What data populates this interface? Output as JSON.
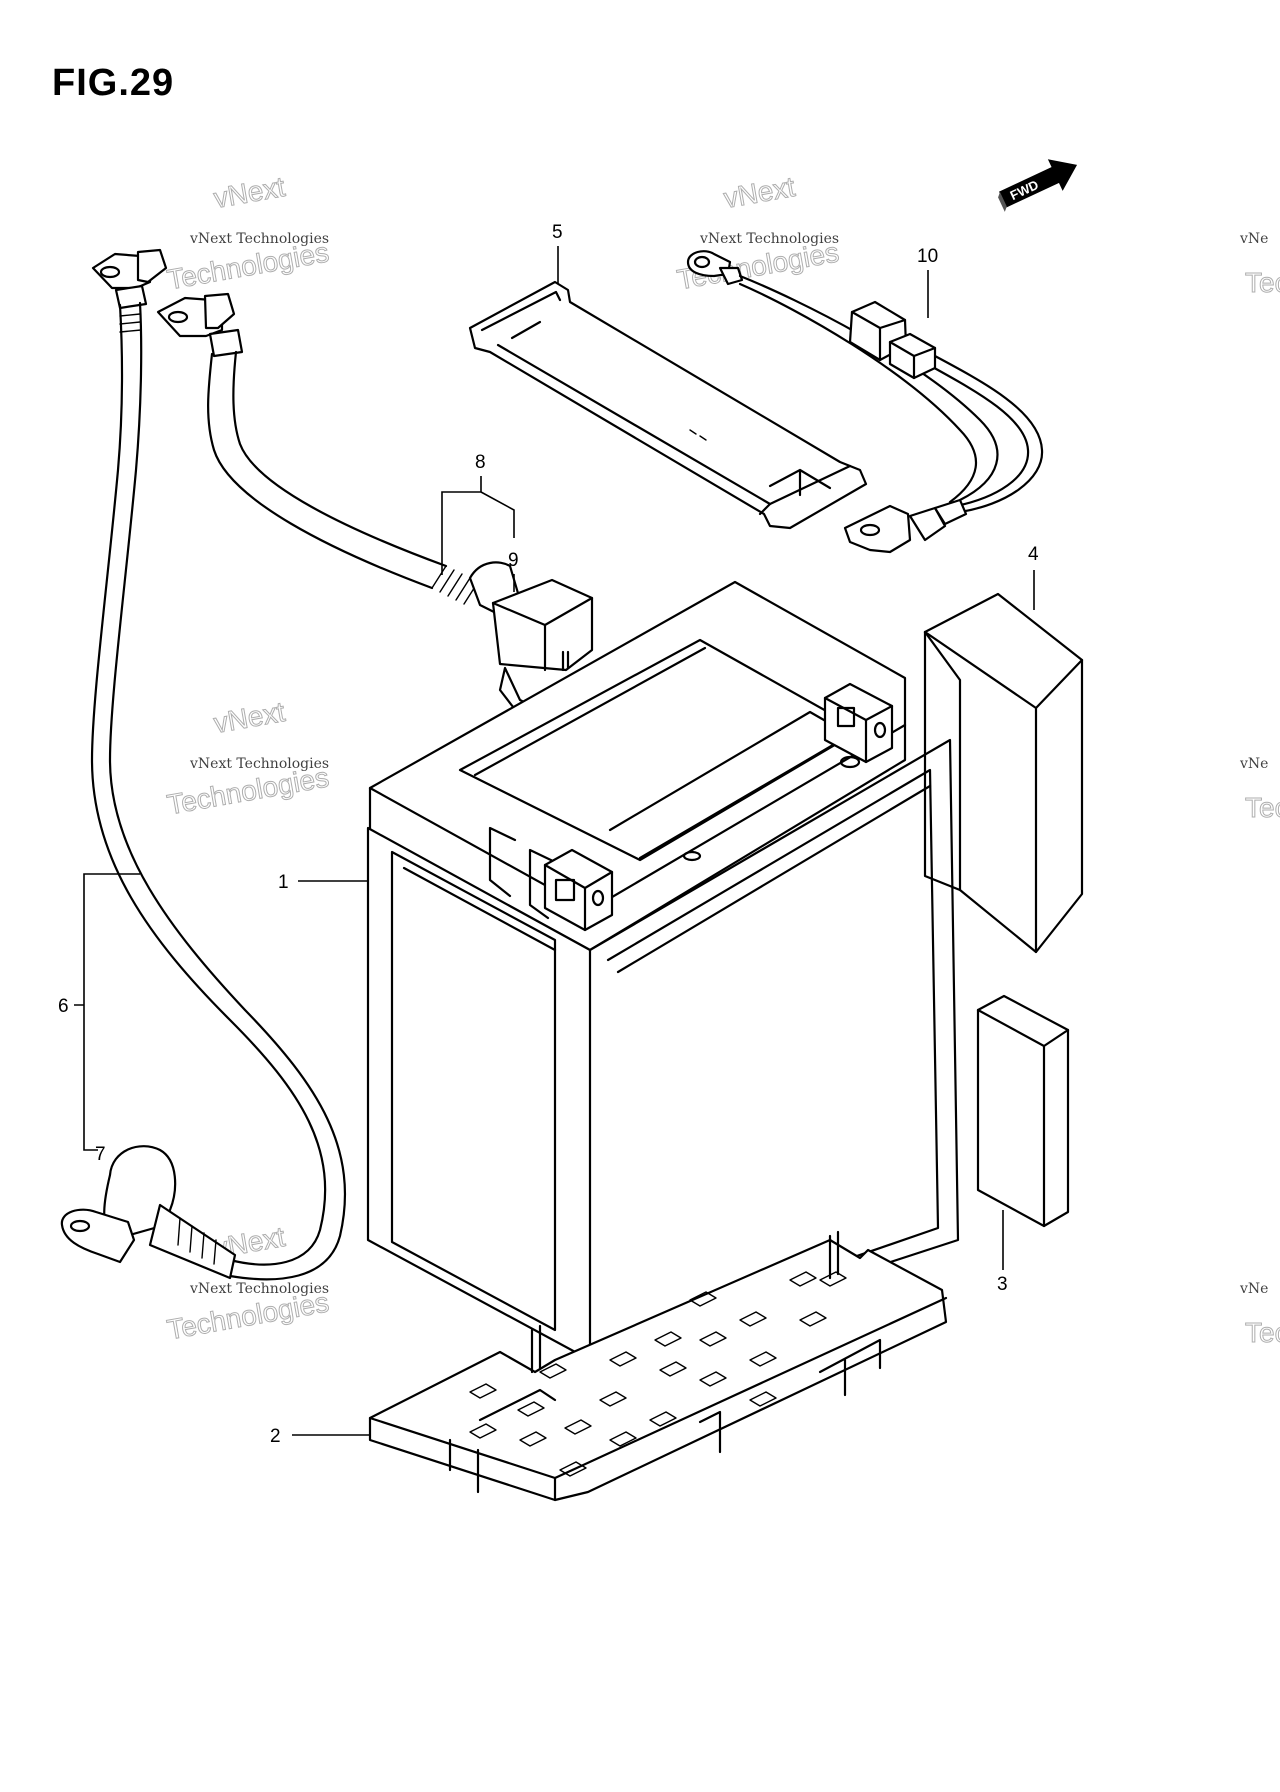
{
  "figure": {
    "title": "FIG.29"
  },
  "direction_marker": {
    "label": "FWD",
    "icon": "forward-arrow-icon"
  },
  "watermark": {
    "line1": "vNext Technologies",
    "line2": "vNext",
    "line3": "Technologies",
    "edge": "vNe",
    "edge2": "Tec"
  },
  "callouts": {
    "c1": "1",
    "c2": "2",
    "c3": "3",
    "c4": "4",
    "c5": "5",
    "c6": "6",
    "c7": "7",
    "c8": "8",
    "c9": "9",
    "c10": "10"
  }
}
